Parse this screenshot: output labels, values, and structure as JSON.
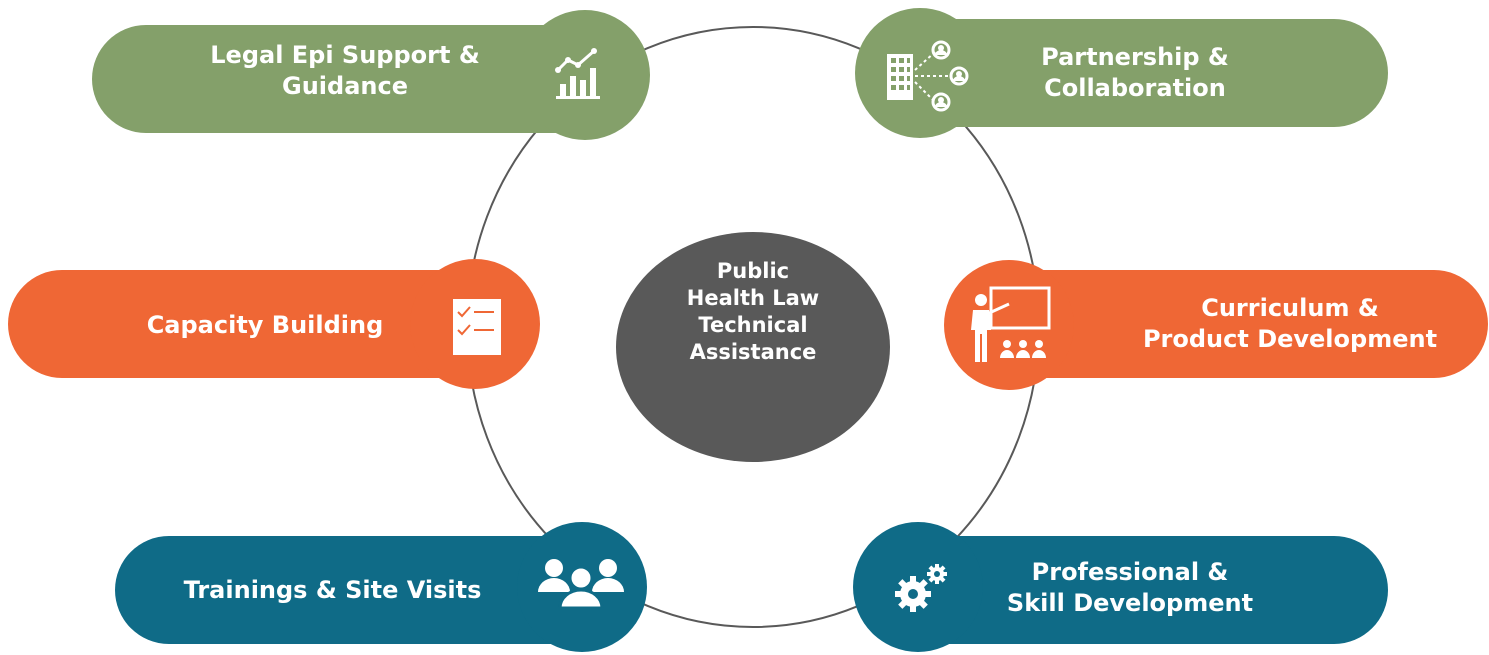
{
  "colors": {
    "green": "#84a06a",
    "orange": "#ef6735",
    "teal": "#0f6b87",
    "center": "#595959",
    "ring": "#595959"
  },
  "center": {
    "lines": [
      "Public",
      "Health Law",
      "Technical",
      "Assistance"
    ]
  },
  "nodes": {
    "legal_epi": {
      "lines": [
        "Legal Epi Support &",
        "Guidance"
      ],
      "icon": "chart-growth-icon"
    },
    "partnership": {
      "lines": [
        "Partnership &",
        "Collaboration"
      ],
      "icon": "organization-network-icon"
    },
    "capacity": {
      "lines": [
        "Capacity Building"
      ],
      "icon": "checklist-icon"
    },
    "curriculum": {
      "lines": [
        "Curriculum &",
        "Product Development"
      ],
      "icon": "presenter-classroom-icon"
    },
    "trainings": {
      "lines": [
        "Trainings & Site Visits"
      ],
      "icon": "group-people-icon"
    },
    "professional": {
      "lines": [
        "Professional &",
        "Skill Development"
      ],
      "icon": "gears-icon"
    }
  }
}
